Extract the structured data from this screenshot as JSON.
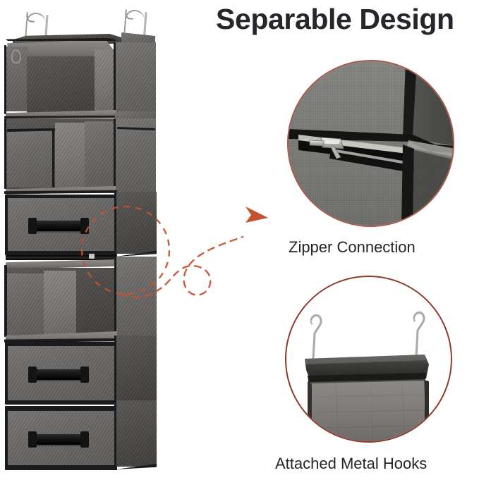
{
  "page": {
    "title": "Separable Design",
    "background_color": "#ffffff",
    "title_color": "#26272b"
  },
  "accent": {
    "annotation_color": "#c4512f",
    "circle_border_zipper": "#a8564a",
    "circle_border_hooks": "#8e3b2c"
  },
  "product": {
    "name": "hanging-closet-organizer",
    "description": "Gray fabric hanging closet organizer with shelves and drawers",
    "fabric_color": "#6a6866",
    "trim_color": "#1b1b1b",
    "shelves": 3,
    "drawers": 3,
    "hooks": 2
  },
  "annotation": {
    "name": "dashed-pointer",
    "style": "dashed",
    "has_arrowhead": true,
    "target": "zipper-seam"
  },
  "callouts": [
    {
      "id": "zipper",
      "caption": "Zipper Connection",
      "detail": "close-up of black zipper tape with silver metal pull joining two gray fabric panels",
      "border_color": "#a8564a"
    },
    {
      "id": "hooks",
      "caption": "Attached Metal Hooks",
      "detail": "two silver metal S-hooks attached to the dark top panel of the organizer",
      "border_color": "#8e3b2c"
    }
  ]
}
